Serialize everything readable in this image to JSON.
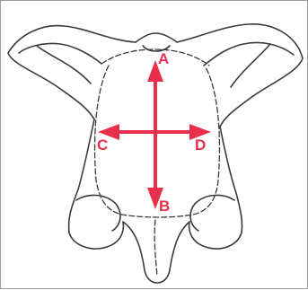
{
  "diagram": {
    "labels": {
      "a": "A",
      "b": "B",
      "c": "C",
      "d": "D"
    },
    "colors": {
      "arrow": "#e8304c",
      "outline": "#3a3a3a",
      "background": "#ffffff",
      "frame": "#9a9a9a"
    }
  }
}
